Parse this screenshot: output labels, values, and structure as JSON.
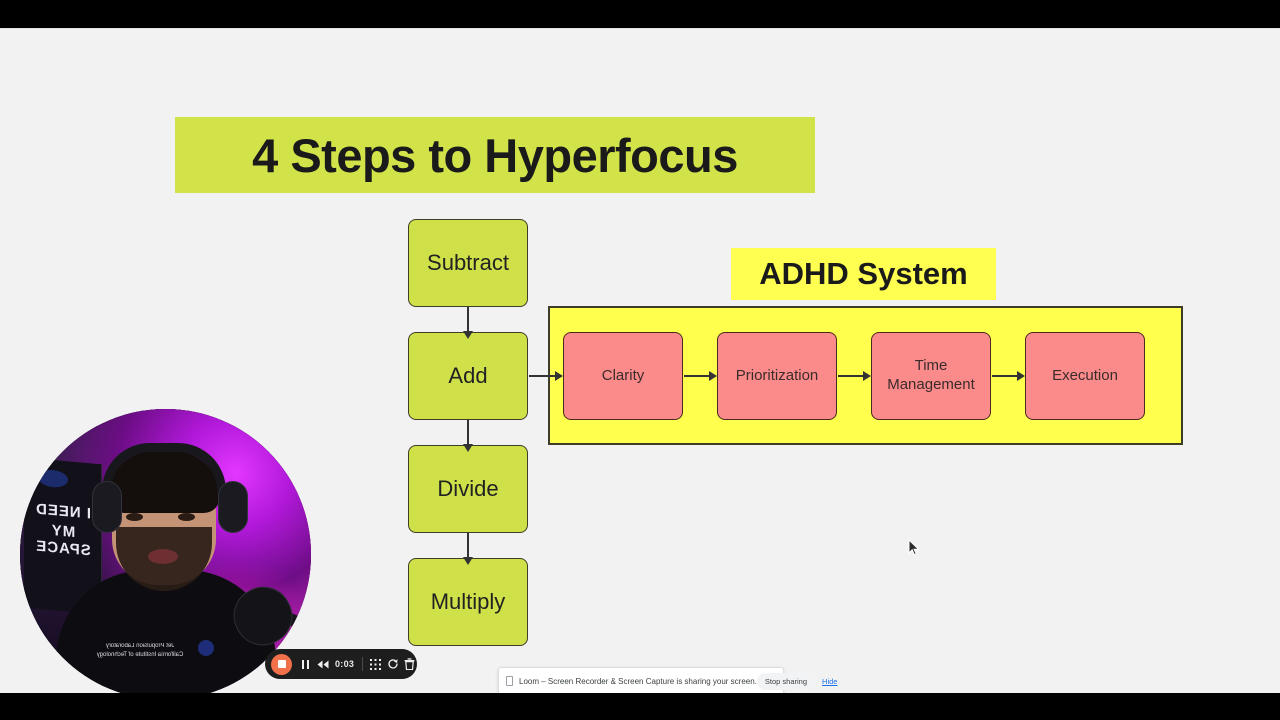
{
  "screen": {
    "background_color": "#f2f2f2",
    "letterbox_color": "#000000"
  },
  "slide": {
    "title": "4 Steps to Hyperfocus",
    "title_highlight_color": "#d2e34a",
    "section_label": "ADHD System",
    "section_label_highlight_color": "#ffff52",
    "steps": [
      {
        "label": "Subtract"
      },
      {
        "label": "Add"
      },
      {
        "label": "Divide"
      },
      {
        "label": "Multiply"
      }
    ],
    "step_box_color": "#cfe049",
    "system": {
      "container_color": "#ffff4d",
      "box_color": "#fb8a8a",
      "stages": [
        {
          "label": "Clarity"
        },
        {
          "label": "Prioritization"
        },
        {
          "label": "Time Management"
        },
        {
          "label": "Execution"
        }
      ]
    }
  },
  "webcam": {
    "poster_line1": "I NEED",
    "poster_line2": "MY SPACE",
    "shirt_line1": "Jet Propulsion Laboratory",
    "shirt_line2": "California Institute of Technology"
  },
  "recorder_toolbar": {
    "stop_label": "stop-recording",
    "pause_label": "pause",
    "rewind_label": "rewind",
    "elapsed_time": "0:03",
    "draw_label": "drawing-tools",
    "restart_label": "restart",
    "delete_label": "delete"
  },
  "share_bar": {
    "message": "Loom – Screen Recorder & Screen Capture is sharing your screen.",
    "stop_button": "Stop sharing",
    "hide_link": "Hide"
  }
}
